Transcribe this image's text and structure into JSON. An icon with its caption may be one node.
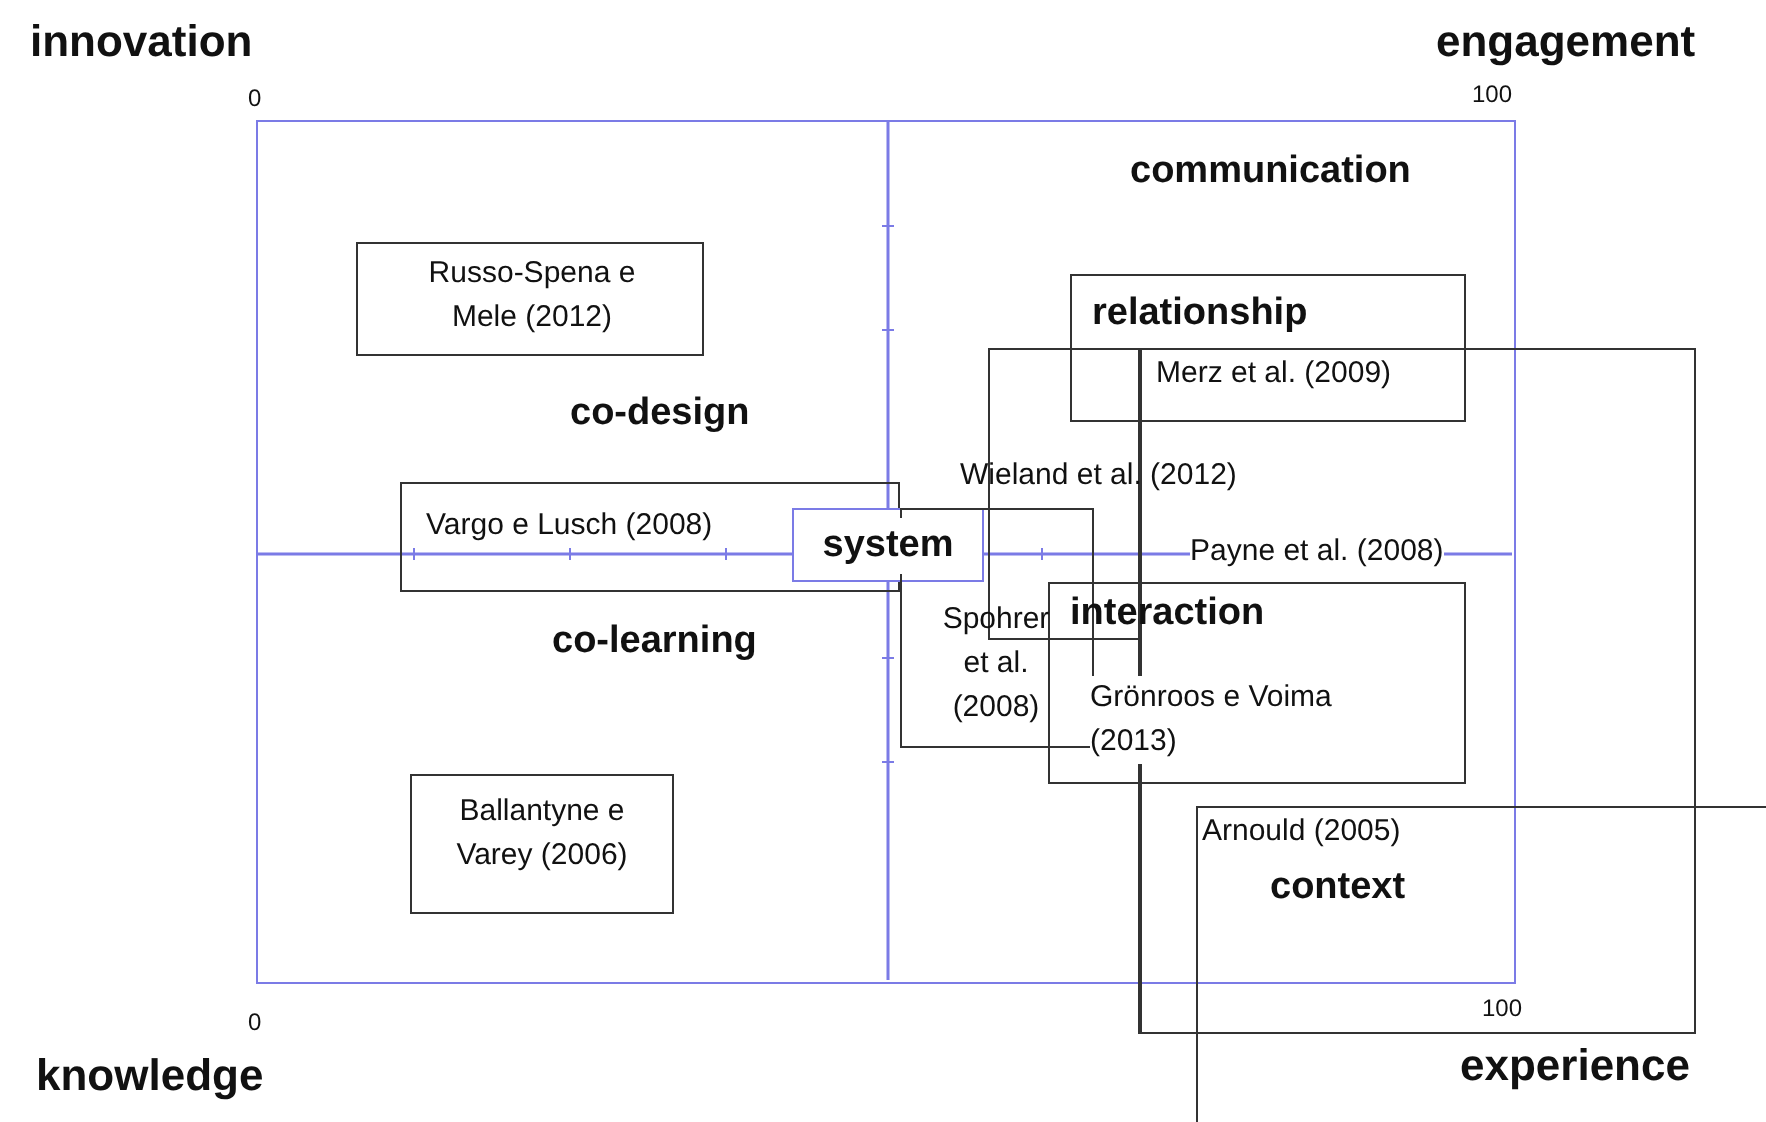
{
  "diagram": {
    "nodes": [
      {
        "text": [
          "Russo-Spena e Mele (2012)"
        ]
      },
      {
        "text": [
          "relationship",
          "Merz et al. (2009)"
        ]
      },
      {
        "text": [],
        "shape": "box"
      },
      {
        "text": [],
        "shape": "box"
      },
      {
        "text": [
          "Vargo e Lusch (2008)"
        ]
      },
      {
        "text": [
          "system"
        ]
      },
      {
        "text": [
          "Spohrer et al. (2008)"
        ]
      },
      {
        "text": [
          "interaction",
          "Grönroos e Voima (2013)"
        ]
      },
      {
        "text": [
          "Ballantyne e Varey (2006)"
        ]
      },
      {
        "text": [
          "Arnould (2005)",
          "context"
        ]
      }
    ],
    "labels": [
      "innovation",
      "engagement",
      "0",
      "100",
      "communication",
      "co-design",
      "Wieland et al. (2012)",
      "Payne et al. (2008)",
      "co-learning",
      "0",
      "100",
      "knowledge",
      "experience"
    ]
  }
}
